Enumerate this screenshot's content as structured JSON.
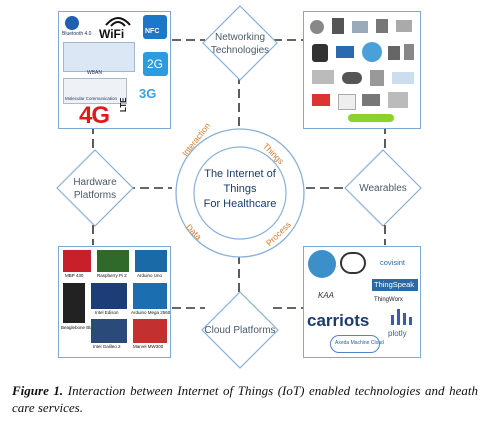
{
  "center": {
    "line1": "The Internet of",
    "line2": "Things",
    "line3": "For Healthcare",
    "ring_labels": [
      "Interaction",
      "Things",
      "Data",
      "Process"
    ]
  },
  "nodes": {
    "networking": {
      "line1": "Networking",
      "line2": "Technologies"
    },
    "hardware": {
      "line1": "Hardware",
      "line2": "Platforms"
    },
    "wearables": {
      "line1": "Wearables"
    },
    "cloud": {
      "line1": "Cloud Platforms"
    }
  },
  "network_panel": {
    "labels": [
      "Bluetooth 4.0",
      "WiFi",
      "NFC",
      "WBAN",
      "2G",
      "Molecular Communication",
      "3G",
      "4G",
      "LTE"
    ]
  },
  "hardware_panel": {
    "labels": [
      "MBP 430",
      "Raspberry Pi 2",
      "Arduino Uno",
      "Beaglebone Black",
      "Intel Edison",
      "Arduino Mega 2560",
      "Intel Galileo 2",
      "Marvel MW300"
    ]
  },
  "cloud_panel": {
    "labels": [
      "covisint",
      "ThingSpeak",
      "KAA",
      "ThingWorx",
      "carriots",
      "plotly",
      "Axeda Machine Cloud"
    ]
  },
  "caption": {
    "prefix": "Figure 1.",
    "text": "Interaction between Internet of Things (IoT) enabled technologies and heath care services."
  },
  "colors": {
    "panel_border": "#7fa8d6",
    "node_border": "#8ab0d8",
    "ring_label": "#d87a2a",
    "center_text": "#1a3c6e"
  }
}
